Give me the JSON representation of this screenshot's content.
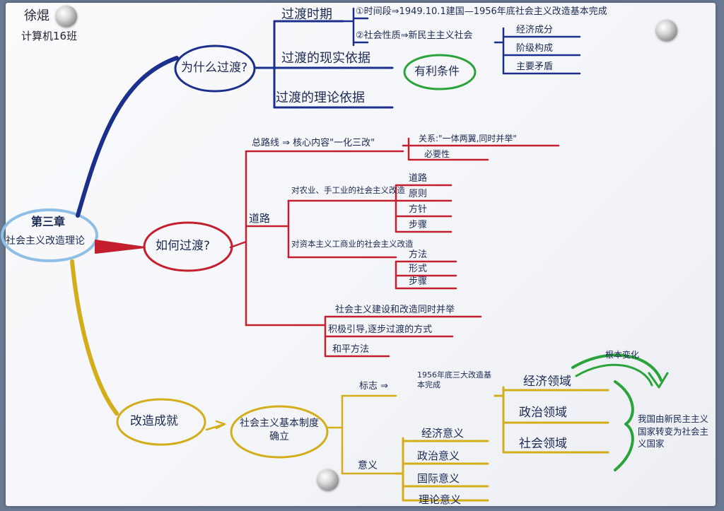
{
  "author": {
    "name": "徐焜",
    "class": "计算机16班"
  },
  "center": {
    "line1": "第三章",
    "line2": "社会主义改造理论"
  },
  "why": {
    "label": "为什么过渡?",
    "period": "过渡时期",
    "period_stage": "①时间段⇒1949.10.1建国—1956年底社会主义改造基本完成",
    "period_nature": "②社会性质⇒新民主主义社会",
    "nature_items": [
      "经济成分",
      "阶级构成",
      "主要矛盾"
    ],
    "real_basis": "过渡的现实依据",
    "favorable": "有利条件",
    "theory_basis": "过渡的理论依据"
  },
  "how": {
    "label": "如何过渡?",
    "general_line": "总路线 ⇒ 核心内容\"一化三改\"",
    "relation": "关系:\"一体两翼,同时并举\"",
    "necessity": "必要性",
    "road": "道路",
    "agri_title": "对农业、手工业的社会主义改造",
    "agri_items": [
      "道路",
      "原则",
      "方针",
      "步骤"
    ],
    "capital_title": "对资本主义工商业的社会主义改造",
    "capital_items": [
      "方法",
      "形式",
      "步骤"
    ],
    "exp1": "社会主义建设和改造同时并举",
    "exp2": "积极引导,逐步过渡的方式",
    "exp3": "和平方法"
  },
  "achieve": {
    "label": "改造成就",
    "system": "社会主义基本制度确立",
    "sign": "标志 ⇒",
    "sign_value": "1956年底三大改造基本完成",
    "fields": [
      "经济领域",
      "政治领域",
      "社会领域"
    ],
    "fundamental": "根本变化",
    "conclusion": "我国由新民主主义国家转变为社会主义国家",
    "meaning": "意义",
    "meanings": [
      "经济意义",
      "政治意义",
      "国际意义",
      "理论意义"
    ]
  },
  "colors": {
    "blue": "#1b2f8c",
    "red": "#c41f2e",
    "yellow": "#d3ad1a",
    "green": "#2aa33a",
    "center": "#8fbfe6"
  }
}
